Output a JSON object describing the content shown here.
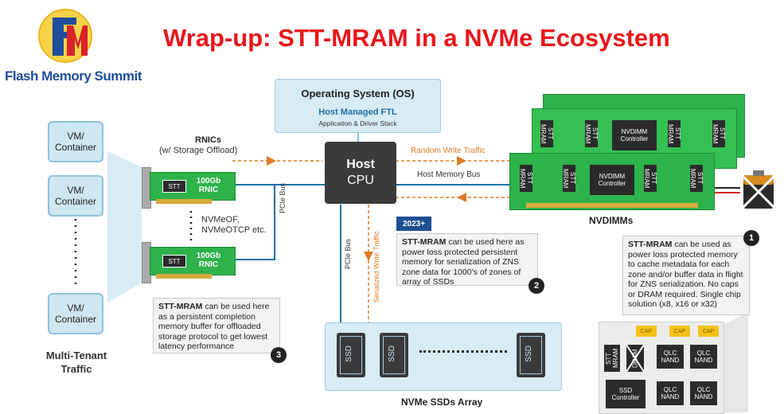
{
  "title": "Wrap-up: STT-MRAM in a NVMe Ecosystem",
  "logo": {
    "text": "Flash Memory Summit"
  },
  "vms": [
    "VM/ Container",
    "VM/ Container",
    "VM/ Container"
  ],
  "multi_tenant": "Multi-Tenant Traffic",
  "os": {
    "title": "Operating System (OS)",
    "ftl": "Host Managed FTL",
    "stack": "Application & Driver Stack"
  },
  "rnics": {
    "label": "RNICs",
    "sub": "(w/ Storage Offload)",
    "card_label": "100Gb RNIC",
    "stt": "STT",
    "protocols": "NVMeOF, NVMeOTCP etc."
  },
  "host": {
    "line1": "Host",
    "line2": "CPU"
  },
  "pcie_bus": "PCIe Bus",
  "random_write": "Random Write Traffic",
  "host_memory_bus": "Host Memory Bus",
  "serialized_write": "Serialized Write Traffic",
  "year_badge": "2023+",
  "nvdimm": {
    "label": "NVDIMMs",
    "controller": "NVDIMM Controller",
    "stt_mram": "STT MRAM"
  },
  "callout1": {
    "bold": "STT-MRAM",
    "text": " can be used as power loss protected memory to cache metadata for each zone and/or buffer data in flight for ZNS serialization. No caps or DRAM required. Single chip solution (x8, x16 or x32)",
    "num": "1"
  },
  "callout2": {
    "bold": "STT-MRAM",
    "text": " can be used here as power loss protected persistent memory for serialization of ZNS zone data for 1000’s of zones of array of SSDs",
    "num": "2"
  },
  "callout3": {
    "bold": "STT-MRAM",
    "text": " can be used here as a persistent completion memory buffer for offloaded storage protocol to get lowest latency performance",
    "num": "3"
  },
  "ssd": {
    "label": "SSD",
    "array_label": "NVMe SSDs Array"
  },
  "ssd_board": {
    "stt_mram": "STT MRAM",
    "dram": "DRAM",
    "cap": "CAP",
    "qlc": "QLC NAND",
    "controller": "SSD Controller"
  },
  "colors": {
    "title": "#e8161b",
    "accent_blue": "#1d6fa8",
    "arrow_orange": "#e07b25",
    "board_green": "#2db34a",
    "light_blue": "#cfe7f2"
  }
}
